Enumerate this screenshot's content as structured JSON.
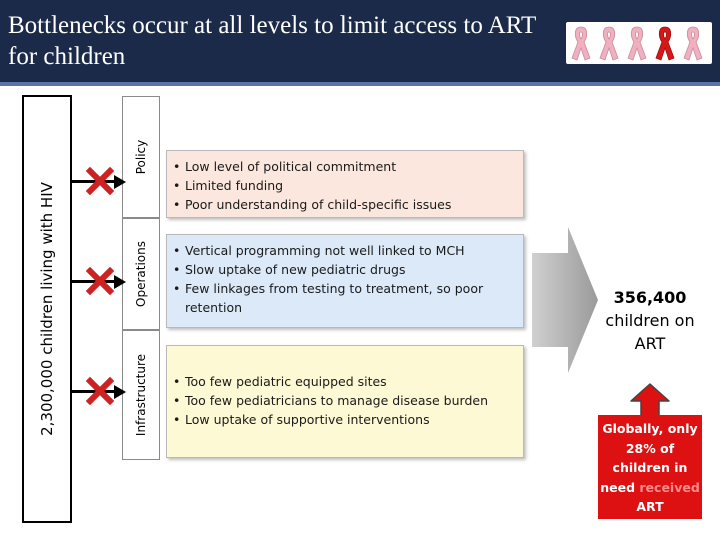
{
  "title": "Bottlenecks occur at all levels to limit access to ART for children",
  "left_label": "2,300,000 children living with HIV",
  "levels": [
    {
      "label": "Policy",
      "items": [
        "Low level of political commitment",
        "Limited funding",
        "Poor understanding of child-specific issues"
      ]
    },
    {
      "label": "Operations",
      "items": [
        "Vertical programming not well linked to MCH",
        "Slow uptake of new pediatric drugs",
        "Few linkages from testing to treatment, so poor retention"
      ]
    },
    {
      "label": "Infrastructure",
      "items": [
        "Too few pediatric equipped sites",
        "Too few pediatricians to manage disease burden",
        "Low uptake of supportive interventions"
      ]
    }
  ],
  "result": {
    "number": "356,400",
    "line2": "children on",
    "line3": "ART"
  },
  "callout": {
    "l1": "Globally, only",
    "l2": "28% of",
    "l3": "children in",
    "l4a": "need",
    "l4b": "received",
    "l5": "ART"
  },
  "colors": {
    "header": "#1b2a48",
    "policy_panel": "#fbe7dd",
    "operations_panel": "#dce9f8",
    "infrastructure_panel": "#fdf9d4",
    "callout_bg": "#dd1111",
    "x_mark": "#cc2222",
    "ribbon_pink": "#f0b0c0",
    "ribbon_red": "#d81818"
  },
  "icons": [
    "ribbon-icon",
    "x-mark-icon",
    "arrow-right-icon",
    "arrow-up-icon"
  ]
}
